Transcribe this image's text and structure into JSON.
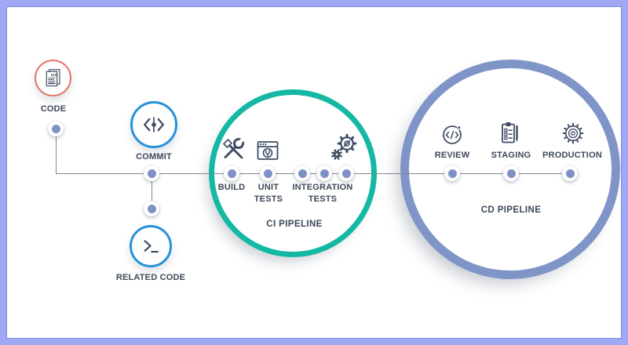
{
  "nodes": {
    "code": {
      "label": "CODE",
      "icon": "code-document-icon"
    },
    "commit": {
      "label": "COMMIT",
      "icon": "commit-icon"
    },
    "related_code": {
      "label": "RELATED CODE",
      "icon": "terminal-icon"
    },
    "build": {
      "label": "BUILD",
      "icon": "build-tools-icon"
    },
    "unit_tests": {
      "label": "UNIT TESTS",
      "icon": "unit-tests-window-icon"
    },
    "integration_tests": {
      "label": "INTEGRATION TESTS",
      "icon": "integration-gears-icon"
    },
    "review": {
      "label": "REVIEW",
      "icon": "code-review-icon"
    },
    "staging": {
      "label": "STAGING",
      "icon": "staging-clipboard-icon"
    },
    "production": {
      "label": "PRODUCTION",
      "icon": "production-gear-icon"
    }
  },
  "groups": {
    "ci": {
      "label": "CI PIPELINE",
      "ring_color": "#14b8a3"
    },
    "cd": {
      "label": "CD PIPELINE",
      "ring_color": "#8095c7"
    }
  },
  "colors": {
    "frame_border": "#9fa9f3",
    "background": "#ffffff",
    "code_ring": "#e4756b",
    "commit_ring": "#2792da",
    "dot_fill": "#7e91c5",
    "connector_line": "#81878f",
    "label_text": "#3c4858",
    "icon_stroke": "#3f4c63"
  }
}
